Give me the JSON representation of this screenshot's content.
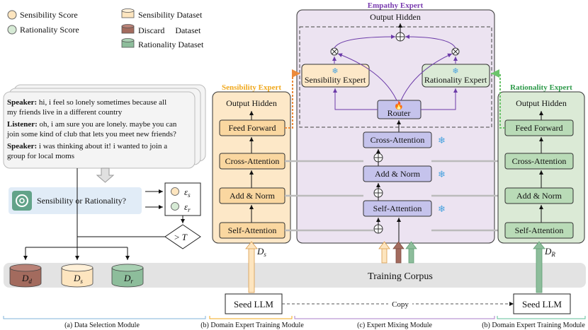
{
  "legend": {
    "sensibility_score": "Sensibility Score",
    "rationality_score": "Rationality Score",
    "sensibility_dataset": "Sensibility Dataset",
    "discard_dataset": "Discard     Dataset",
    "rationality_dataset": "Rationality Dataset"
  },
  "dialogue": {
    "speaker_label": "Speaker:",
    "listener_label": "Listener:",
    "line1_a": " hi, i feel so lonely sometimes because all",
    "line1_b": "my friends live in a different country",
    "line2_a": " oh, i am sure you are lonely. maybe you can",
    "line2_b": "join some kind of club that lets you meet new friends?",
    "line3_a": " i was thinking about it! i wanted to join a",
    "line3_b": "group for local moms"
  },
  "selection": {
    "question": "Sensibility or Rationality?",
    "eps_s": "ε",
    "eps_s_sub": "s",
    "eps_r": "ε",
    "eps_r_sub": "r",
    "threshold_op": "> ",
    "threshold_var": "T",
    "d_d": "D",
    "d_d_sub": "d",
    "d_s": "D",
    "d_s_sub": "s",
    "d_r": "D",
    "d_r_sub": "r"
  },
  "sensibility_expert": {
    "title": "Sensibility Expert",
    "output": "Output Hidden",
    "ff": "Feed Forward",
    "cross": "Cross-Attention",
    "addnorm": "Add & Norm",
    "self": "Self-Attention",
    "input_var": "D",
    "input_sub": "s"
  },
  "empathy_expert": {
    "title": "Empathy Expert",
    "output": "Output Hidden",
    "sens": "Sensibility Expert",
    "rat": "Rationality Expert",
    "router": "Router",
    "cross": "Cross-Attention",
    "addnorm": "Add & Norm",
    "self": "Self-Attention"
  },
  "rationality_expert": {
    "title": "Rationality Expert",
    "output": "Output Hidden",
    "ff": "Feed Forward",
    "cross": "Cross-Attention",
    "addnorm": "Add & Norm",
    "self": "Self-Attention",
    "input_var": "D",
    "input_sub": "R"
  },
  "corpus": "Training Corpus",
  "seed_left": "Seed LLM",
  "seed_right": "Seed LLM",
  "copy": "Copy",
  "modules": {
    "a": "(a) Data Selection Module",
    "b1": "(b) Domain Expert Training Module",
    "c": "(c) Expert Mixing Module",
    "b2": "(b) Domain Expert Training Module"
  },
  "colors": {
    "sens_fill": "#fde8c8",
    "sens_stroke": "#e3a64a",
    "rat_fill": "#dbead6",
    "rat_stroke": "#5f9e73",
    "discard_fill": "#a36b5e",
    "empathy_fill": "#ece3f1",
    "block_purple": "#c5c3ec",
    "title_orange": "#f0a81c",
    "title_green": "#2e9a4a",
    "title_purple": "#7a3cb0"
  }
}
